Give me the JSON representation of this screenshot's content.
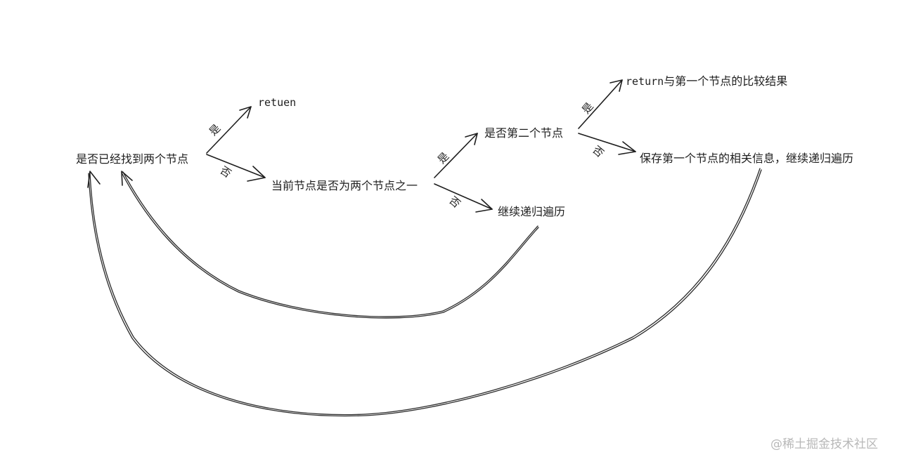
{
  "nodes": {
    "found_both": "是否已经找到两个节点",
    "retuen": "retuen",
    "is_current_one_of_two": "当前节点是否为两个节点之一",
    "is_second_node": "是否第二个节点",
    "continue_traversal_1": "继续递归遍历",
    "return_compare_prefix": "return",
    "return_compare_suffix": "与第一个节点的比较结果",
    "save_first_node_info": "保存第一个节点的相关信息，继续递归遍历"
  },
  "edge_labels": {
    "yes_1": "是",
    "no_1": "否",
    "yes_2": "是",
    "no_2": "否",
    "yes_3": "是",
    "no_3": "否"
  },
  "watermark": "@稀土掘金技术社区"
}
